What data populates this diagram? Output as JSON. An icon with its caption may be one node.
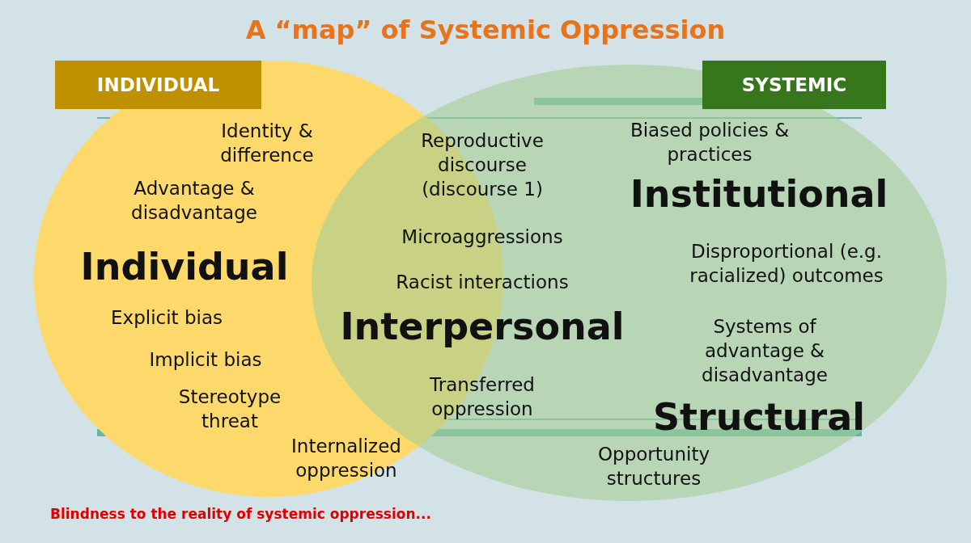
{
  "diagram": {
    "title": "A “map” of Systemic Oppression",
    "nodes": [
      {
        "text": [
          "INDIVIDUAL"
        ]
      },
      {
        "text": [
          "SYSTEMIC"
        ]
      },
      {
        "text": [
          "Identity & difference",
          "Advantage & disadvantage",
          "Individual",
          "Explicit bias",
          "Implicit bias",
          "Stereotype threat",
          "Internalized oppression"
        ]
      },
      {
        "text": [
          "Biased policies & practices",
          "Institutional",
          "Disproportional (e.g. racialized) outcomes",
          "Systems of advantage & disadvantage",
          "Structural",
          "Opportunity structures"
        ]
      }
    ],
    "edges": [],
    "labels": [
      "Reproductive discourse (discourse 1)",
      "Microaggressions",
      "Racist interactions",
      "Interpersonal",
      "Transferred oppression",
      "Blindness to the reality of systemic oppression..."
    ]
  }
}
